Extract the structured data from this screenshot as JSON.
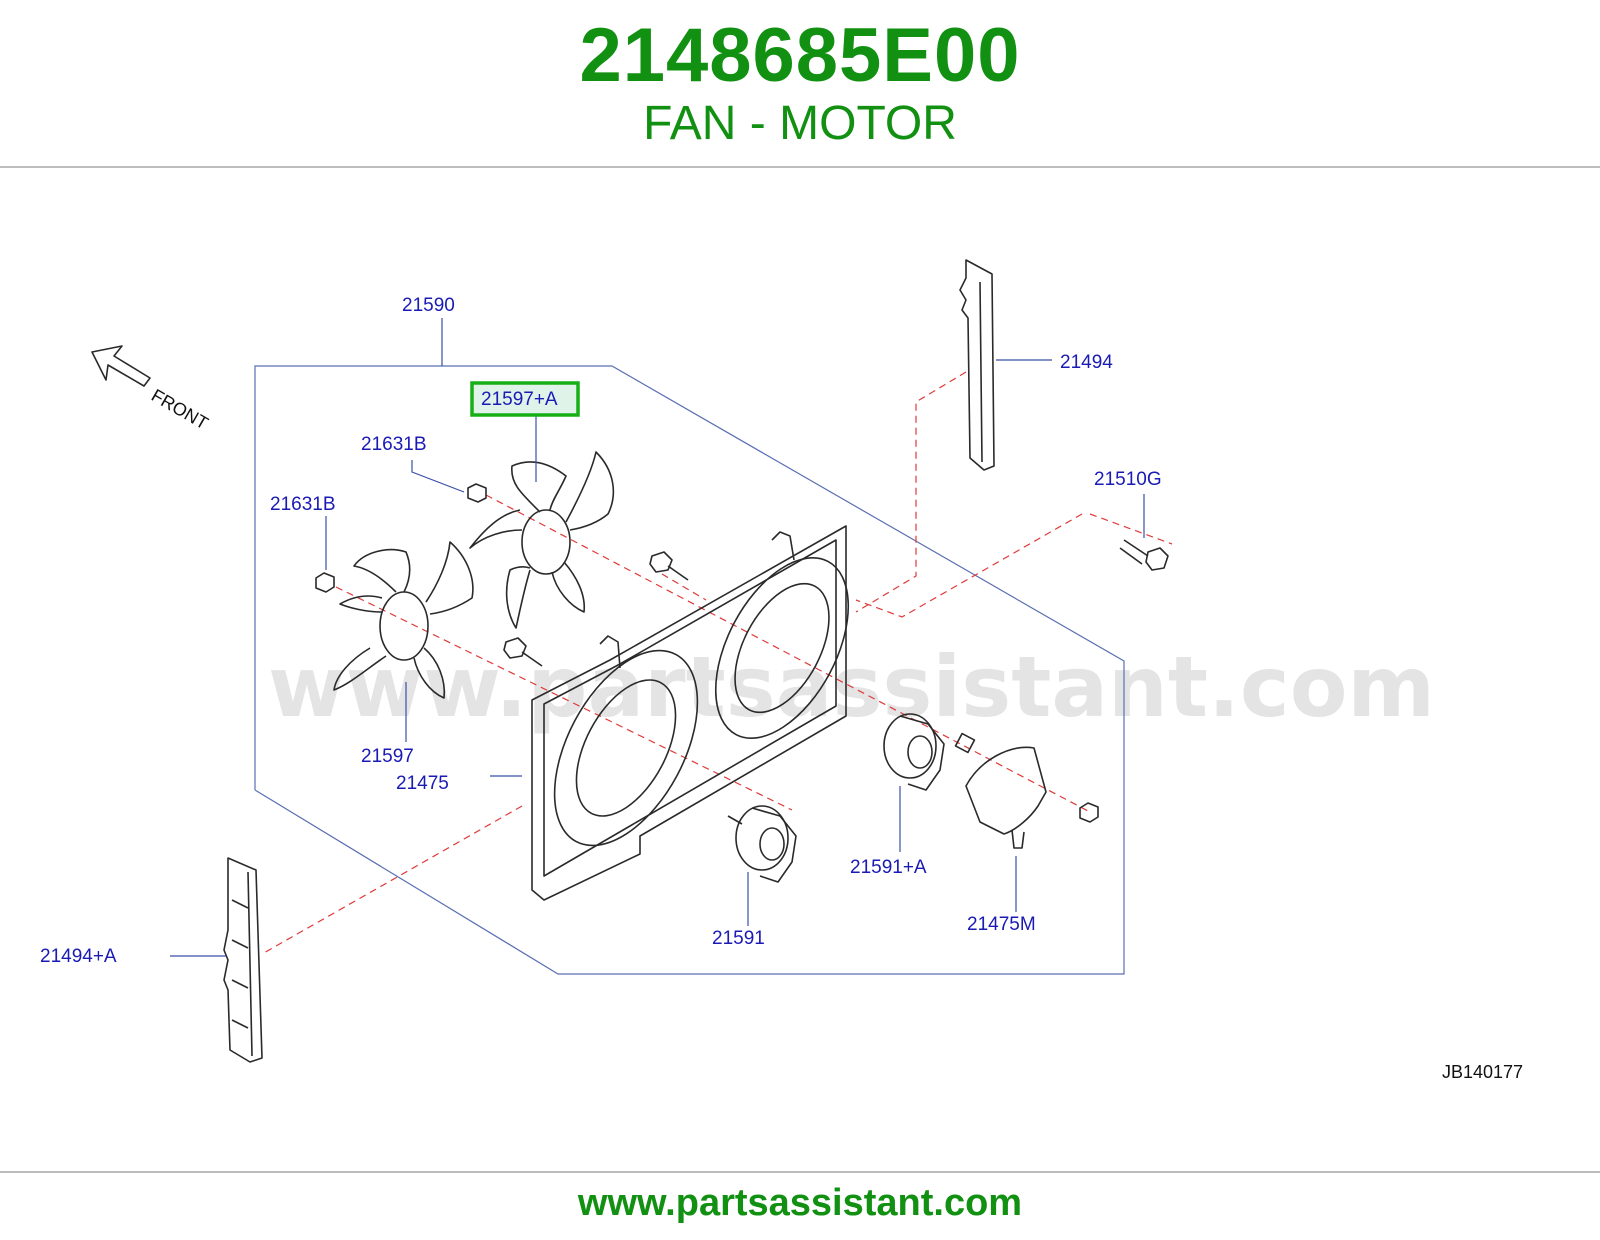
{
  "header": {
    "part_number": "2148685E00",
    "part_name": "FAN - MOTOR"
  },
  "diagram": {
    "front_label": "FRONT",
    "watermark": "www.partsassistant.com",
    "reference_code": "JB140177",
    "highlight_color": "#16b016",
    "callouts": {
      "c21590": "21590",
      "c21494": "21494",
      "c21597a": "21597+A",
      "c21631b_1": "21631B",
      "c21631b_2": "21631B",
      "c21510g": "21510G",
      "c21597": "21597",
      "c21475": "21475",
      "c21591a": "21591+A",
      "c21475m": "21475M",
      "c21591": "21591",
      "c21494a": "21494+A"
    }
  },
  "footer": {
    "url": "www.partsassistant.com"
  }
}
